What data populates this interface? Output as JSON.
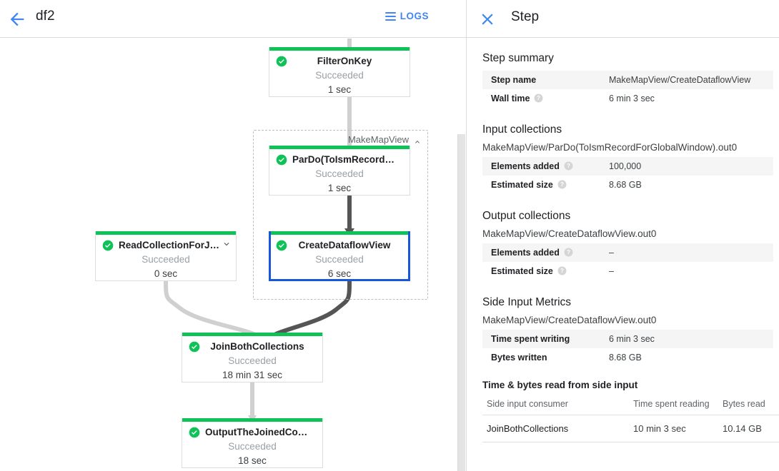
{
  "header": {
    "back_icon": "back-arrow-icon",
    "title": "df2",
    "logs_label": "LOGS",
    "logs_icon": "list-icon",
    "accent_blue": "#4285f4"
  },
  "graph": {
    "status_green": "#0fc257",
    "selected_border": "#1a56db",
    "group": {
      "label": "MakeMapView",
      "chevron_icon": "chevron-up-icon",
      "collapsed": false
    },
    "nodes": [
      {
        "id": "filter-on-key",
        "title": "FilterOnKey",
        "status": "Succeeded",
        "time": "1 sec",
        "selected": false,
        "has_chevron": false,
        "title_align": "center"
      },
      {
        "id": "pardo-to-ism-record",
        "title": "ParDo(ToIsmRecordFor…",
        "status": "Succeeded",
        "time": "1 sec",
        "selected": false,
        "has_chevron": false,
        "title_align": "left"
      },
      {
        "id": "create-dataflow-view",
        "title": "CreateDataflowView",
        "status": "Succeeded",
        "time": "6 sec",
        "selected": true,
        "has_chevron": false,
        "title_align": "center"
      },
      {
        "id": "read-collection-for-join",
        "title": "ReadCollectionForJoin",
        "status": "Succeeded",
        "time": "0 sec",
        "selected": false,
        "has_chevron": true,
        "chevron_icon": "chevron-down-icon",
        "title_align": "center"
      },
      {
        "id": "join-both-collections",
        "title": "JoinBothCollections",
        "status": "Succeeded",
        "time": "18 min 31 sec",
        "selected": false,
        "has_chevron": false,
        "title_align": "center"
      },
      {
        "id": "output-the-joined-collection",
        "title": "OutputTheJoinedCollec…",
        "status": "Succeeded",
        "time": "18 sec",
        "selected": false,
        "has_chevron": false,
        "title_align": "left"
      }
    ]
  },
  "panel": {
    "close_icon": "close-icon",
    "title": "Step",
    "step_summary": {
      "heading": "Step summary",
      "rows": [
        {
          "key": "Step name",
          "value": "MakeMapView/CreateDataflowView",
          "help": false
        },
        {
          "key": "Wall time",
          "value": "6 min 3 sec",
          "help": true
        }
      ]
    },
    "input_collections": {
      "heading": "Input collections",
      "collection_name": "MakeMapView/ParDo(ToIsmRecordForGlobalWindow).out0",
      "rows": [
        {
          "key": "Elements added",
          "value": "100,000",
          "help": true
        },
        {
          "key": "Estimated size",
          "value": "8.68 GB",
          "help": true
        }
      ]
    },
    "output_collections": {
      "heading": "Output collections",
      "collection_name": "MakeMapView/CreateDataflowView.out0",
      "rows": [
        {
          "key": "Elements added",
          "value": "–",
          "help": true
        },
        {
          "key": "Estimated size",
          "value": "–",
          "help": true
        }
      ]
    },
    "side_input_metrics": {
      "heading": "Side Input Metrics",
      "collection_name": "MakeMapView/CreateDataflowView.out0",
      "rows": [
        {
          "key": "Time spent writing",
          "value": "6 min 3 sec",
          "help": false
        },
        {
          "key": "Bytes written",
          "value": "8.68 GB",
          "help": false
        }
      ],
      "sub_heading": "Time & bytes read from side input",
      "columns": [
        "Side input consumer",
        "Time spent reading",
        "Bytes read"
      ],
      "data_rows": [
        [
          "JoinBothCollections",
          "10 min 3 sec",
          "10.14 GB"
        ]
      ]
    }
  }
}
